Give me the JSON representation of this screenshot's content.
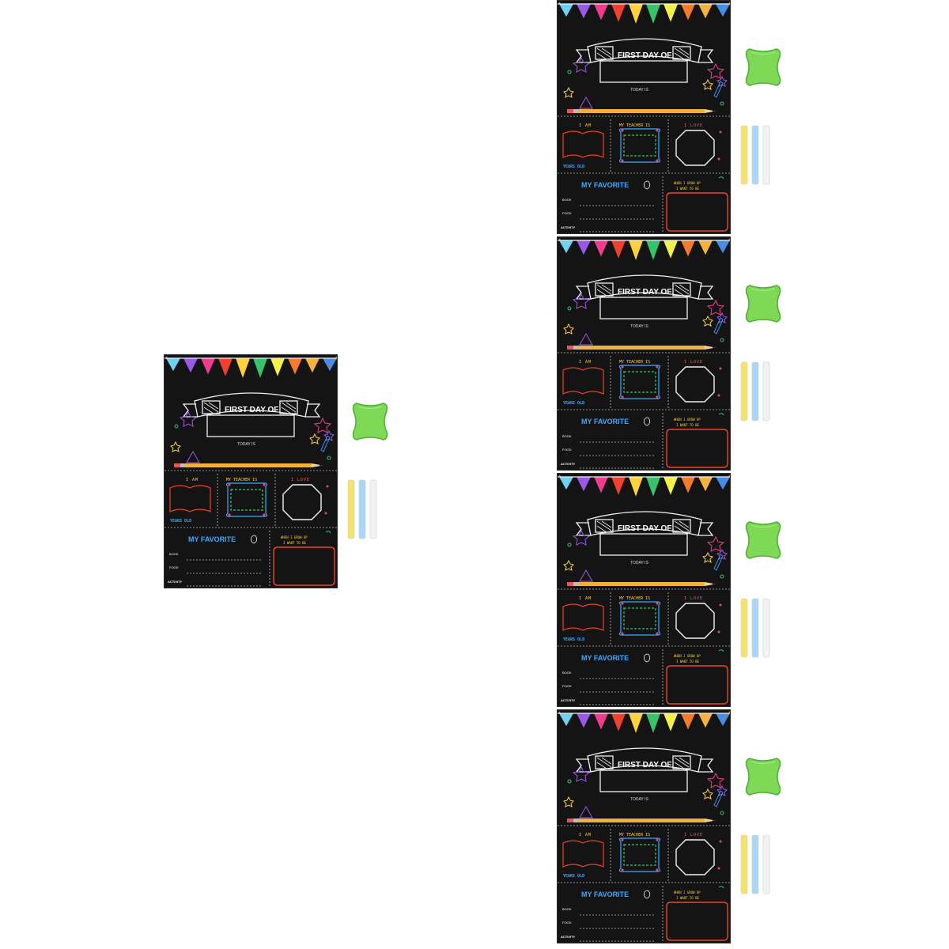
{
  "boards": [
    {
      "name": "main"
    },
    {
      "name": "stack-1"
    },
    {
      "name": "stack-2"
    },
    {
      "name": "stack-3"
    },
    {
      "name": "stack-4"
    }
  ],
  "board_text": {
    "title": "FIRST DAY OF",
    "today": "TODAY IS",
    "i_am": "I AM",
    "teacher": "MY TEACHER IS",
    "i_love": "I LOVE",
    "years_old": "YEARS OLD",
    "my_favorite": "MY FAVORITE",
    "grow_up_1": "WHEN I GROW UP",
    "grow_up_2": "I WANT TO BE",
    "book": "BOOK",
    "food": "FOOD",
    "activity": "ACTIVITY"
  },
  "colors": {
    "board": "#141414",
    "eraser": "#7ed957",
    "chalk": [
      "#f7e36a",
      "#a9d7f5",
      "#f2f2f2"
    ],
    "flags": [
      "#6fd1f2",
      "#9b57e6",
      "#f03c8c",
      "#f0412e",
      "#ffd23a",
      "#35c46a",
      "#f2f24a",
      "#f57a2c",
      "#f5b23c",
      "#3e8ef0"
    ]
  }
}
